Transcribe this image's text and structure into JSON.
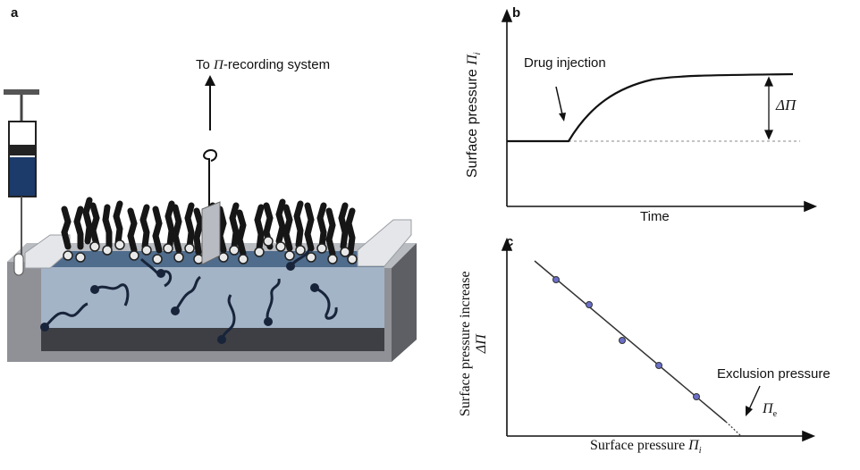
{
  "panel_a": {
    "letter": "a",
    "recording_prefix": "To ",
    "recording_symbol": "Π",
    "recording_suffix": "-recording system"
  },
  "panel_b": {
    "letter": "b",
    "ylabel_text": "Surface pressure ",
    "ylabel_symbol": "Π",
    "ylabel_sub": "i",
    "xlabel": "Time",
    "annotation": "Drug injection",
    "delta_label": "ΔΠ"
  },
  "panel_c": {
    "letter": "c",
    "ylabel_line1": "Surface pressure increase",
    "ylabel_line2": "ΔΠ",
    "xlabel_text": "Surface pressure ",
    "xlabel_symbol": "Π",
    "xlabel_sub": "i",
    "annotation": "Exclusion pressure",
    "pe_symbol": "Π",
    "pe_sub": "e"
  },
  "colors": {
    "trough_front": "#8f9196",
    "trough_dark": "#3e3f44",
    "subphase": "#a3b4c7",
    "surface": "#4f6c8c",
    "lipid": "#161616",
    "drug": "#18243a",
    "point": "#6a6fc9"
  }
}
